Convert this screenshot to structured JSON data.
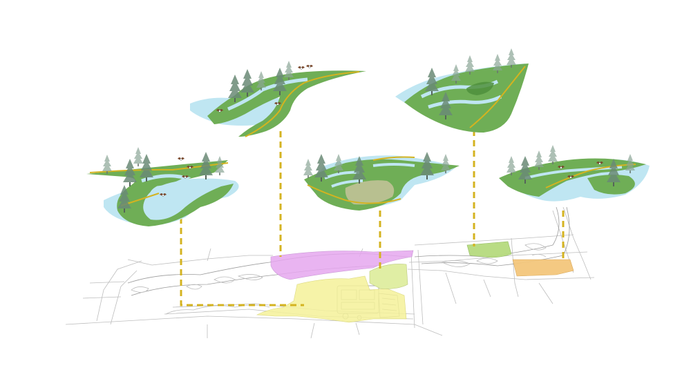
{
  "diagram": {
    "kind": "exploded axonometric park plan",
    "colors": {
      "grass": "#6fae56",
      "grass_dark": "#4f8f3c",
      "water": "#bfe6f2",
      "path": "#d4b320",
      "leader": "#d4b320",
      "zone_magenta": "#e6a7ef",
      "zone_yellow": "#f5f29a",
      "zone_green_light": "#dfeea0",
      "zone_green": "#b6db7e",
      "zone_orange": "#f4c77c",
      "base_lines": "#bdbdbd",
      "tree": "#6a8a76"
    },
    "panels": [
      {
        "id": "panel-1",
        "icon": "bird-icon",
        "zone": "zone-yellow-lower"
      },
      {
        "id": "panel-2",
        "icon": "bird-icon",
        "zone": "zone-magenta"
      },
      {
        "id": "panel-3",
        "icon": "wetland-icon",
        "zone": "zone-green-light"
      },
      {
        "id": "panel-4",
        "icon": "reed-icon",
        "zone": "zone-green"
      },
      {
        "id": "panel-5",
        "icon": "bird-icon",
        "zone": "zone-orange"
      }
    ],
    "zones": [
      "zone-magenta",
      "zone-yellow-lower",
      "zone-green-light",
      "zone-green",
      "zone-orange"
    ]
  }
}
